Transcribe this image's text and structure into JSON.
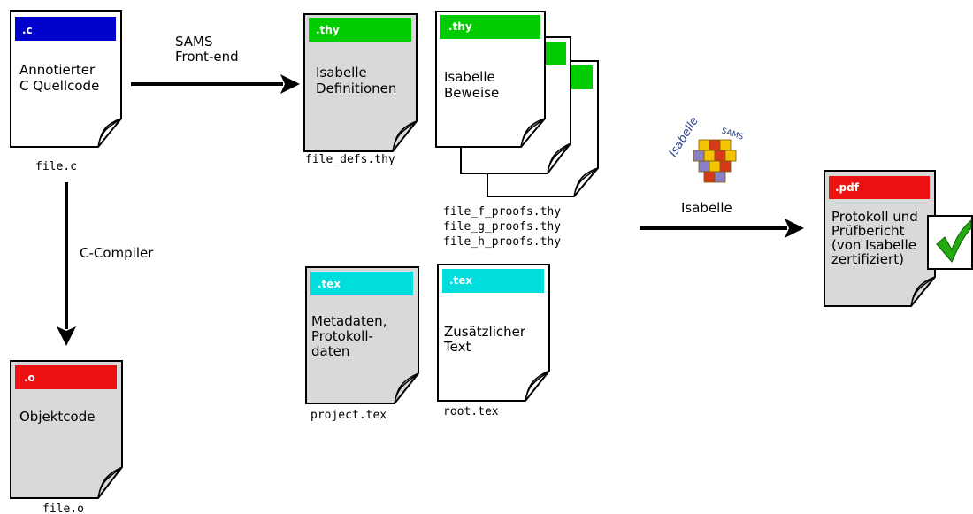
{
  "colors": {
    "c_tag": "#0000cc",
    "thy_tag": "#00cc00",
    "tex_tag": "#00dddd",
    "red_tag": "#ee1111",
    "doc_gray": "#d9d9d9",
    "doc_white": "#ffffff",
    "check_green": "#22aa11"
  },
  "documents": {
    "c_source": {
      "tag": ".c",
      "lines": [
        "Annotierter",
        "C Quellcode"
      ],
      "filename": "file.c"
    },
    "objectcode": {
      "tag": ".o",
      "lines": [
        "Objektcode"
      ],
      "filename": "file.o"
    },
    "defs": {
      "tag": ".thy",
      "lines": [
        "Isabelle",
        "Definitionen"
      ],
      "filename": "file_defs.thy"
    },
    "proofs": {
      "tag": ".thy",
      "lines": [
        "Isabelle",
        "Beweise"
      ],
      "filenames": [
        "file_f_proofs.thy",
        "file_g_proofs.thy",
        "file_h_proofs.thy"
      ]
    },
    "metadata": {
      "tag": ".tex",
      "lines": [
        "Metadaten,",
        "Protokoll-",
        "daten"
      ],
      "filename": "project.tex"
    },
    "extra_text": {
      "tag": ".tex",
      "lines": [
        "Zusätzlicher",
        "Text"
      ],
      "filename": "root.tex"
    },
    "report": {
      "tag": ".pdf",
      "lines": [
        "Protokoll und",
        "Prüfbericht",
        "(von Isabelle",
        "zertifiziert)"
      ]
    }
  },
  "arrows": {
    "frontend": {
      "lines": [
        "SAMS",
        "Front-end"
      ]
    },
    "compiler": {
      "label": "C-Compiler"
    },
    "isabelle": {
      "label": "Isabelle"
    }
  },
  "logo": {
    "word1": "Isabelle",
    "word2": "SAMS"
  },
  "icons": {
    "check": "checkmark-icon",
    "logo": "isabelle-sams-logo"
  }
}
